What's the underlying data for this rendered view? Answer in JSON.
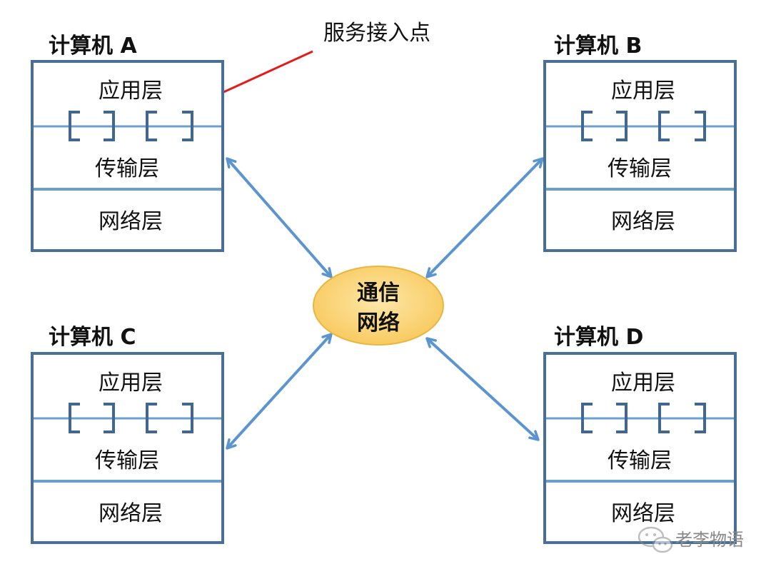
{
  "annotation": {
    "label": "服务接入点"
  },
  "network": {
    "line1": "通信",
    "line2": "网络"
  },
  "computers": [
    {
      "title": "计算机 A",
      "layers": {
        "application": "应用层",
        "transport": "传输层",
        "network": "网络层"
      }
    },
    {
      "title": "计算机 B",
      "layers": {
        "application": "应用层",
        "transport": "传输层",
        "network": "网络层"
      }
    },
    {
      "title": "计算机 C",
      "layers": {
        "application": "应用层",
        "transport": "传输层",
        "network": "网络层"
      }
    },
    {
      "title": "计算机 D",
      "layers": {
        "application": "应用层",
        "transport": "传输层",
        "network": "网络层"
      }
    }
  ],
  "watermark": {
    "text": "老李物语"
  },
  "colors": {
    "box_border": "#4a6f97",
    "layer_divider": "#6a9fd0",
    "link_arrow": "#5b95d0",
    "annotation_arrow": "#e31b1b",
    "network_fill": "#fbd56e",
    "network_stroke": "#e8b640"
  }
}
